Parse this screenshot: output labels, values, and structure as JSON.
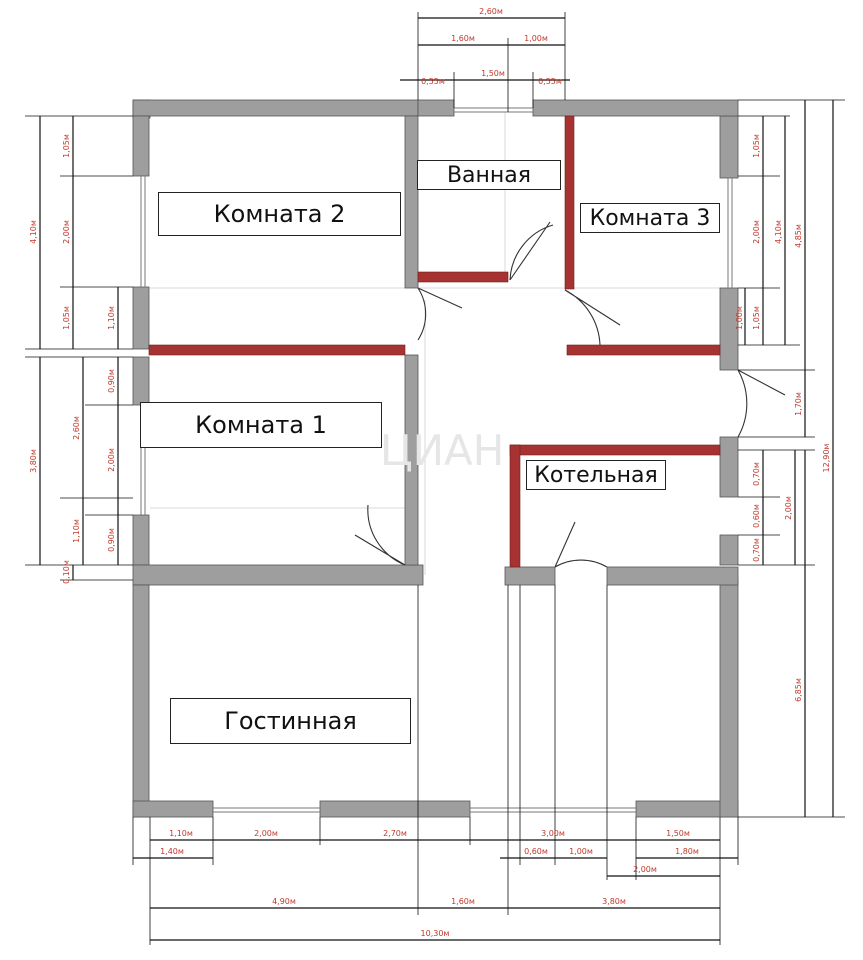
{
  "rooms": {
    "room2": "Комната 2",
    "bathroom": "Ванная",
    "room3": "Комната 3",
    "room1": "Комната 1",
    "boiler": "Котельная",
    "living": "Гостинная"
  },
  "dims": {
    "top": [
      "2,60м",
      "1,60м",
      "1,00м",
      "0,55м",
      "1,50м",
      "0,55м"
    ],
    "bottom": [
      "1,10м",
      "2,00м",
      "2,70м",
      "3,00м",
      "1,50м",
      "1,40м",
      "0,60м",
      "1,00м",
      "1,80м",
      "2,00м",
      "4,90м",
      "1,60м",
      "3,80м",
      "10,30м"
    ],
    "left": [
      "1,05м",
      "2,00м",
      "1,10м",
      "4,10м",
      "1,05м",
      "0,90м",
      "2,60м",
      "2,00м",
      "3,80м",
      "1,10м",
      "0,90м",
      "0,10м"
    ],
    "right": [
      "1,05м",
      "2,00м",
      "4,10м",
      "4,85м",
      "1,00м",
      "1,05м",
      "1,70м",
      "0,70м",
      "0,60м",
      "2,00м",
      "0,70м",
      "6,85м",
      "12,90м"
    ]
  },
  "colors": {
    "wall": "#9e9e9e",
    "partition": "#a73232",
    "dimension_text": "#c0392b"
  }
}
